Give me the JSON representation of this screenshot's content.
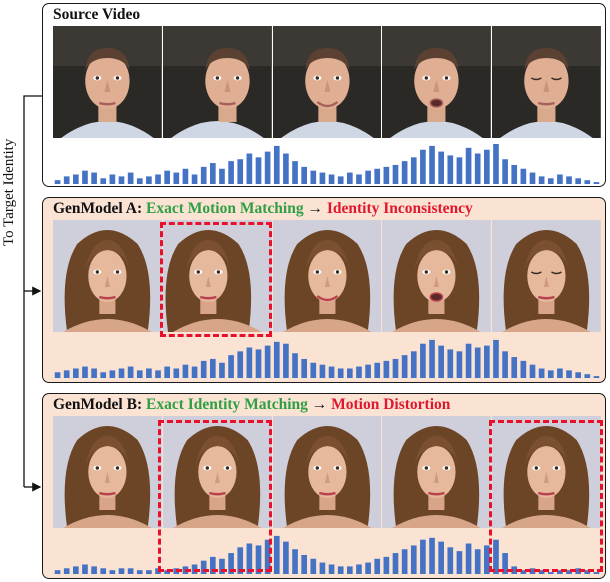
{
  "side_label": "To Target Identity",
  "panels": {
    "source": {
      "title": "Source Video"
    },
    "a": {
      "prefix": "GenModel A:",
      "good": "Exact Motion Matching",
      "arrow": "→",
      "bad": "Identity Inconsistency"
    },
    "b": {
      "prefix": "GenModel B:",
      "good": "Exact Identity Matching",
      "arrow": "→",
      "bad": "Motion Distortion"
    }
  },
  "colors": {
    "good": "#2f9e44",
    "bad": "#e0182d",
    "bar": "#4472c4",
    "panel_bg": "#fbe3d4",
    "highlight": "#e8102a"
  },
  "motion_signal": {
    "source": [
      2,
      4,
      5,
      7,
      6,
      3,
      5,
      4,
      6,
      3,
      4,
      5,
      7,
      6,
      8,
      5,
      9,
      11,
      8,
      12,
      13,
      16,
      14,
      17,
      20,
      16,
      12,
      9,
      7,
      6,
      5,
      4,
      6,
      5,
      7,
      8,
      9,
      10,
      12,
      14,
      18,
      20,
      17,
      15,
      14,
      19,
      16,
      18,
      21,
      13,
      10,
      8,
      6,
      4,
      3,
      5,
      4,
      3,
      2,
      1
    ],
    "genmodel_a": [
      3,
      4,
      5,
      6,
      5,
      3,
      4,
      5,
      6,
      4,
      5,
      4,
      6,
      5,
      7,
      6,
      9,
      10,
      8,
      12,
      14,
      16,
      15,
      17,
      19,
      18,
      13,
      10,
      8,
      7,
      6,
      5,
      5,
      6,
      7,
      8,
      9,
      10,
      12,
      14,
      18,
      20,
      17,
      15,
      14,
      18,
      16,
      17,
      20,
      14,
      11,
      9,
      7,
      5,
      4,
      5,
      4,
      3,
      2,
      1
    ],
    "genmodel_b": [
      2,
      3,
      4,
      5,
      4,
      3,
      2,
      3,
      3,
      2,
      2,
      3,
      2,
      3,
      4,
      5,
      7,
      9,
      8,
      11,
      14,
      16,
      15,
      18,
      20,
      17,
      13,
      10,
      8,
      6,
      5,
      4,
      4,
      5,
      6,
      8,
      9,
      11,
      13,
      15,
      18,
      19,
      17,
      14,
      12,
      16,
      13,
      15,
      18,
      11,
      4,
      2,
      3,
      2,
      1,
      2,
      2,
      3,
      2,
      1
    ]
  },
  "source_frames": [
    {
      "pose": "front",
      "expression": "neutral"
    },
    {
      "pose": "right",
      "expression": "neutral"
    },
    {
      "pose": "front",
      "expression": "smile"
    },
    {
      "pose": "front",
      "expression": "open-mouth"
    },
    {
      "pose": "front",
      "expression": "eyes-closed"
    }
  ],
  "genmodel_a_frames": [
    {
      "pose": "front",
      "expression": "neutral"
    },
    {
      "pose": "left",
      "expression": "neutral",
      "highlighted": true
    },
    {
      "pose": "front",
      "expression": "smile"
    },
    {
      "pose": "front",
      "expression": "open-mouth"
    },
    {
      "pose": "front",
      "expression": "eyes-closed"
    }
  ],
  "genmodel_b_frames": [
    {
      "pose": "front",
      "expression": "neutral"
    },
    {
      "pose": "front",
      "expression": "neutral",
      "highlighted": true
    },
    {
      "pose": "front",
      "expression": "neutral"
    },
    {
      "pose": "front",
      "expression": "neutral"
    },
    {
      "pose": "front",
      "expression": "neutral",
      "highlighted": true
    }
  ]
}
